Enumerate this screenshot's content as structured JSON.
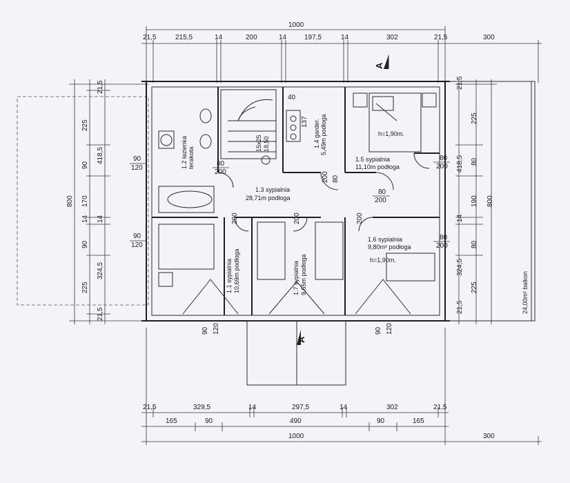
{
  "dims": {
    "top_total": "1000",
    "top_segments": [
      "21,5",
      "215,5",
      "14",
      "200",
      "14",
      "197,5",
      "14",
      "302",
      "21,5"
    ],
    "top_right": "300",
    "bottom_row1": [
      "21,5",
      "329,5",
      "14",
      "297,5",
      "14",
      "302",
      "21,5"
    ],
    "bottom_row2": [
      "165",
      "90",
      "490",
      "90",
      "165"
    ],
    "bottom_total": "1000",
    "bottom_right": "300",
    "left_total": "800",
    "left_segments": [
      "21,5",
      "225",
      "90",
      "170",
      "14",
      "90",
      "225",
      "21,5"
    ],
    "left_inner": [
      "418,5",
      "14",
      "324,5"
    ],
    "right_segments": [
      "21,5",
      "225",
      "80",
      "190",
      "14",
      "80",
      "225",
      "21,5"
    ],
    "right_inner": [
      "418,5",
      "14",
      "324,5"
    ],
    "right_total": "800"
  },
  "section_marks": {
    "top": "A",
    "bottom": "A"
  },
  "openings": {
    "w90_120": [
      "90",
      "120"
    ],
    "d80_200": [
      "80",
      "200"
    ],
    "d200_80": [
      "200",
      "80"
    ],
    "d200": "200",
    "stair": [
      "15x25",
      "18,50"
    ],
    "stair_137": "137",
    "stair_40": "40"
  },
  "rooms": {
    "r11": {
      "name": "1.1 sypialnia",
      "area": "10,69m podłoga"
    },
    "r12": {
      "name": "1.2 łazienka",
      "area": "terakota"
    },
    "r13": {
      "name": "1.3 sypialnia",
      "area": "28,71m podłoga"
    },
    "r14": {
      "name": "1.4 garder.",
      "area": "5,49m podłoga"
    },
    "r15": {
      "name": "1.5 sypialnia",
      "area": "11,10m podłoga"
    },
    "r16": {
      "name": "1.6 sypialnia",
      "area": "9,80m² podłoga"
    },
    "r17": {
      "name": "1.7 sypialnia",
      "area": "9,65m podłoga"
    },
    "balkon": "24,00m² balkon",
    "height1": "h=1,90m.",
    "height2": "h=1,90m."
  }
}
